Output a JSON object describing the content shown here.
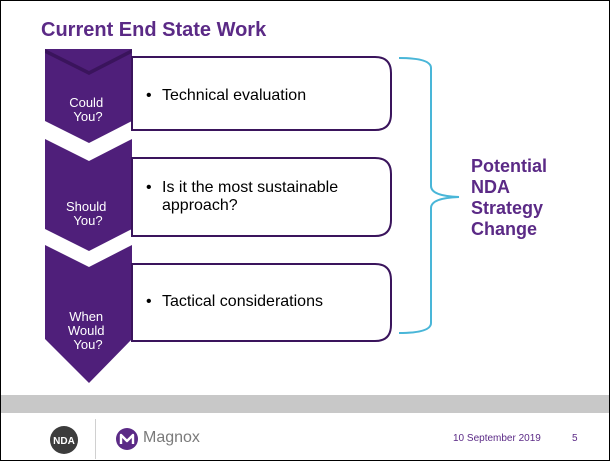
{
  "title": "Current End State Work",
  "steps": [
    {
      "label_lines": [
        "Could",
        "You?"
      ],
      "bullet": "•",
      "text_lines": [
        "Technical evaluation"
      ]
    },
    {
      "label_lines": [
        "Should",
        "You?"
      ],
      "bullet": "•",
      "text_lines": [
        "Is it the most sustainable",
        "approach?"
      ]
    },
    {
      "label_lines": [
        "When",
        "Would",
        "You?"
      ],
      "bullet": "•",
      "text_lines": [
        "Tactical considerations"
      ]
    }
  ],
  "outcome_lines": [
    "Potential",
    "NDA",
    "Strategy",
    "Change"
  ],
  "footer": {
    "logo_left_text": "NDA",
    "brand_text": "Magnox",
    "date": "10 September 2019",
    "page_number": "5"
  },
  "colors": {
    "purple": "#5b2a86",
    "chevron": "#4f1f7a",
    "bracket": "#49b6d8",
    "ribbon": "#c8c8c8"
  }
}
